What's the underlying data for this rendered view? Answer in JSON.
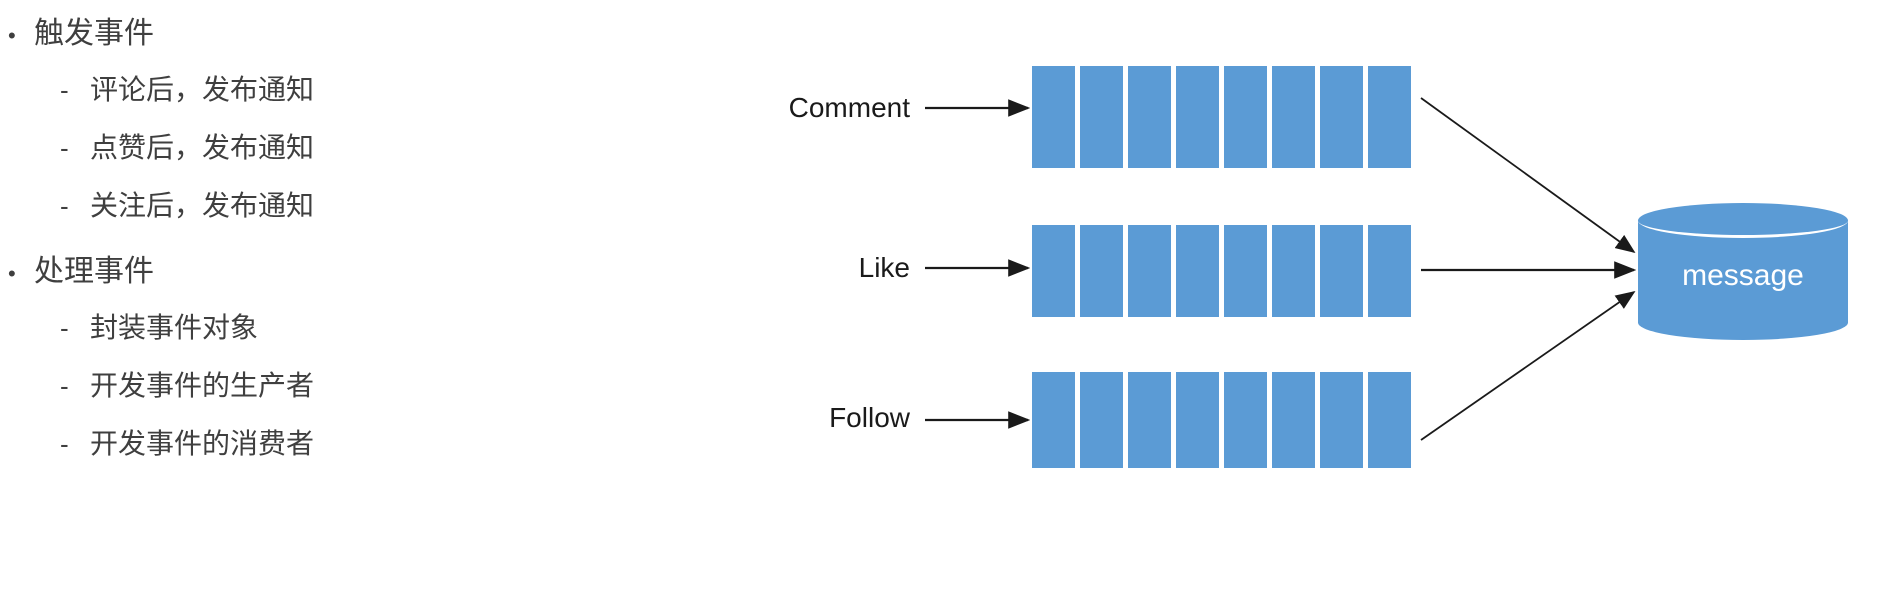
{
  "outline": {
    "groups": [
      {
        "marker": "•",
        "label": "触发事件",
        "items": [
          {
            "marker": "-",
            "label": "评论后，发布通知"
          },
          {
            "marker": "-",
            "label": "点赞后，发布通知"
          },
          {
            "marker": "-",
            "label": "关注后，发布通知"
          }
        ]
      },
      {
        "marker": "•",
        "label": "处理事件",
        "items": [
          {
            "marker": "-",
            "label": "封装事件对象"
          },
          {
            "marker": "-",
            "label": "开发事件的生产者"
          },
          {
            "marker": "-",
            "label": "开发事件的消费者"
          }
        ]
      }
    ]
  },
  "diagram": {
    "colors": {
      "queue_fill": "#5b9bd5",
      "cylinder_fill": "#5b9bd5",
      "arrow_stroke": "#1a1a1a",
      "cylinder_text": "#ffffff"
    },
    "queues": [
      {
        "label": "Comment",
        "segments": 8
      },
      {
        "label": "Like",
        "segments": 8
      },
      {
        "label": "Follow",
        "segments": 8
      }
    ],
    "store": {
      "label": "message",
      "shape": "cylinder"
    }
  }
}
